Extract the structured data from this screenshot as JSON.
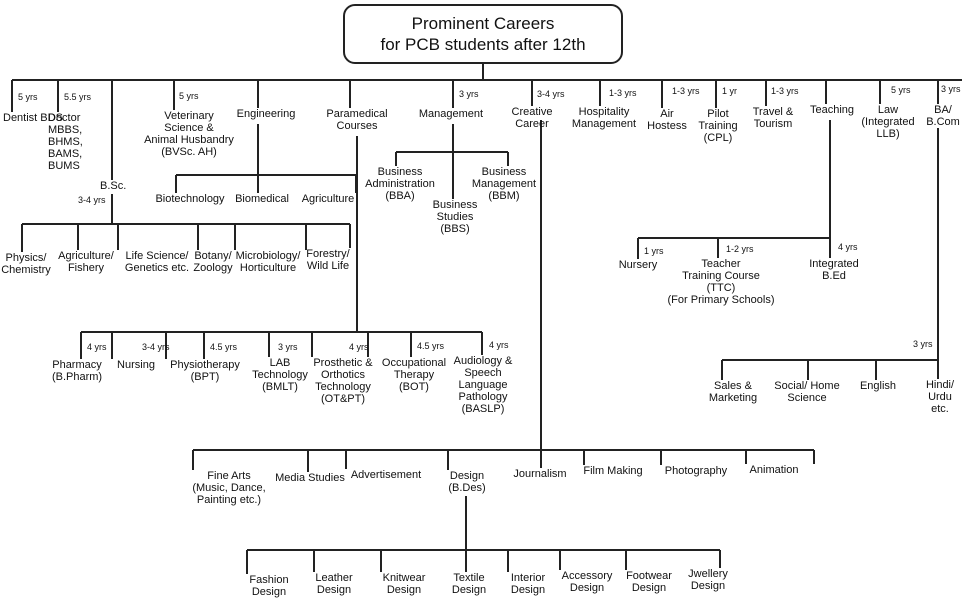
{
  "title": {
    "line1": "Prominent Careers",
    "line2": "for PCB students after 12th"
  },
  "labels": {
    "dentist": "Dentist\nBDS",
    "doctor": "Doctor\nMBBS,\nBHMS,\nBAMS,\nBUMS",
    "bsc": "B.Sc.",
    "vet": "Veterinary\nScience &\nAnimal Husbandry\n(BVSc. AH)",
    "engineering": "Engineering",
    "paramedical": "Paramedical\nCourses",
    "management": "Management",
    "creative": "Creative\nCareer",
    "hospitality": "Hospitality\nManagement",
    "air": "Air\nHostess",
    "pilot": "Pilot\nTraining\n(CPL)",
    "travel": "Travel &\nTourism",
    "teaching": "Teaching",
    "law": "Law\n(Integrated\nLLB)",
    "ba": "BA/\nB.Com",
    "biotech": "Biotechnology",
    "biomed": "Biomedical",
    "agri": "Agriculture",
    "bba": "Business\nAdministration\n(BBA)",
    "bbs": "Business\nStudies\n(BBS)",
    "bbm": "Business\nManagement\n(BBM)",
    "physics": "Physics/\nChemistry",
    "agrifish": "Agriculture/\nFishery",
    "lifesci": "Life Science/\nGenetics etc.",
    "botany": "Botany/\nZoology",
    "micro": "Microbiology/\nHorticulture",
    "forestry": "Forestry/\nWild Life",
    "nursery": "Nursery",
    "ttc": "Teacher\nTraining Course\n(TTC)\n(For Primary Schools)",
    "bed": "Integrated\nB.Ed",
    "pharmacy": "Pharmacy\n(B.Pharm)",
    "nursing": "Nursing",
    "physio": "Physiotherapy\n(BPT)",
    "lab": "LAB\nTechnology\n(BMLT)",
    "prosthetic": "Prosthetic &\nOrthotics\nTechnology\n(OT&PT)",
    "occupational": "Occupational\nTherapy\n(BOT)",
    "audiology": "Audiology &\nSpeech\nLanguage\nPathology\n(BASLP)",
    "sales": "Sales &\nMarketing",
    "social": "Social/ Home\nScience",
    "english": "English",
    "hindi": "Hindi/\nUrdu etc.",
    "finearts": "Fine Arts\n(Music, Dance,\nPainting etc.)",
    "media": "Media Studies",
    "advert": "Advertisement",
    "design": "Design\n(B.Des)",
    "journalism": "Journalism",
    "film": "Film Making",
    "photo": "Photography",
    "animation": "Animation",
    "fashion": "Fashion\nDesign",
    "leather": "Leather\nDesign",
    "knitwear": "Knitwear\nDesign",
    "textile": "Textile\nDesign",
    "interior": "Interior\nDesign",
    "accessory": "Accessory\nDesign",
    "footwear": "Footwear\nDesign",
    "jewellery": "Jwellery\nDesign"
  },
  "durations": {
    "dentist": "5 yrs",
    "doctor": "5.5 yrs",
    "vet": "5 yrs",
    "bsc": "3-4  yrs",
    "management": "3 yrs",
    "creative": "3-4  yrs",
    "hospitality": "1-3 yrs",
    "air": "1-3 yrs",
    "pilot": "1 yr",
    "travel": "1-3 yrs",
    "law": "5 yrs",
    "ba": "3 yrs",
    "nursery": "1  yrs",
    "ttc": "1-2  yrs",
    "bed": "4  yrs",
    "pharmacy": "4 yrs",
    "nursing": "3-4 yrs",
    "physio": "4.5 yrs",
    "lab": "3 yrs",
    "prosthetic": "4 yrs",
    "occupational": "4.5 yrs",
    "audiology": "4  yrs",
    "ba_sub": "3  yrs"
  }
}
